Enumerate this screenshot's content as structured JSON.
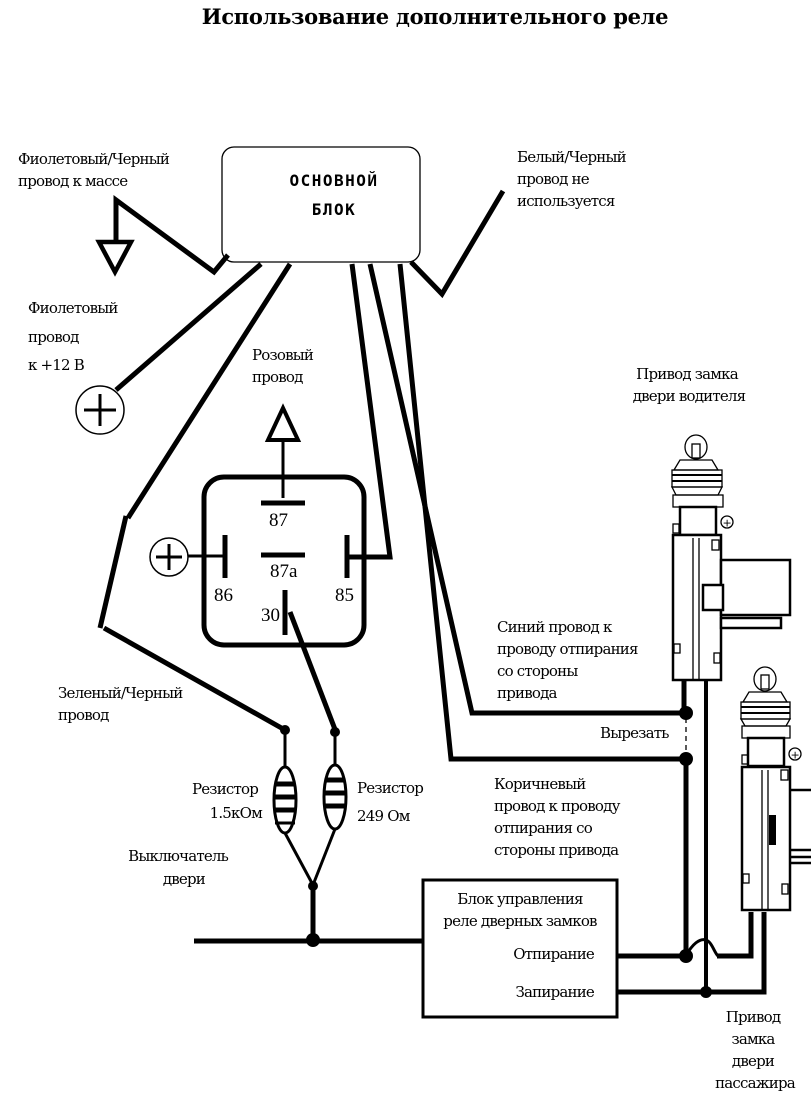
{
  "title": "Использование дополнительного реле",
  "main_unit": {
    "line1": "ОСНОВНОЙ",
    "line2": "БЛОК"
  },
  "labels": {
    "violet_black": [
      "Фиолетовый/Черный",
      "провод к массе"
    ],
    "white_black": [
      "Белый/Черный",
      "провод не",
      "используется"
    ],
    "violet": [
      "Фиолетовый",
      "провод",
      "к +12 В"
    ],
    "pink": [
      "Розовый",
      "провод"
    ],
    "driver_actuator": [
      "Привод замка",
      "двери водителя"
    ],
    "blue": [
      "Синий провод к",
      "проводу отпирания",
      "со стороны",
      "привода"
    ],
    "cut": "Вырезать",
    "brown": [
      "Коричневый",
      "провод к проводу",
      "отпирания со",
      "стороны привода"
    ],
    "green_black": [
      "Зеленый/Черный",
      "провод"
    ],
    "resistor1": [
      "Резистор",
      "1.5кОм"
    ],
    "resistor2": [
      "Резистор",
      "249 Ом"
    ],
    "door_switch": [
      "Выключатель",
      "двери"
    ],
    "passenger_actuator": [
      "Привод",
      "замка",
      "двери",
      "пассажира"
    ]
  },
  "relay": {
    "pins": [
      "87",
      "87a",
      "86",
      "85",
      "30"
    ]
  },
  "door_lock_unit": {
    "title": [
      "Блок управления",
      "реле дверных замков"
    ],
    "unlock": "Отпирание",
    "lock": "Запирание"
  }
}
